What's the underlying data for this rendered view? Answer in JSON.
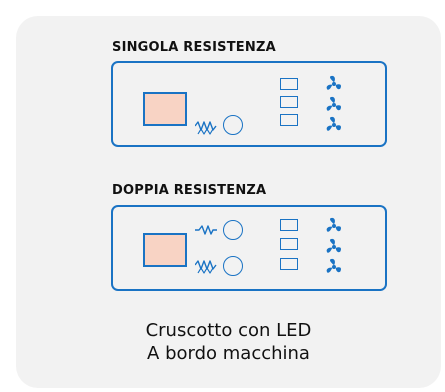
{
  "sections": [
    {
      "title": "SINGOLA RESISTENZA"
    },
    {
      "title": "DOPPIA RESISTENZA"
    }
  ],
  "caption": {
    "line1": "Cruscotto con LED",
    "line2": "A bordo macchina"
  },
  "colors": {
    "accent": "#1a73c4",
    "display_fill": "#f8d3c4",
    "card_bg": "#f2f2f2"
  },
  "icons": [
    "heating-element-icon",
    "fan-icon"
  ]
}
